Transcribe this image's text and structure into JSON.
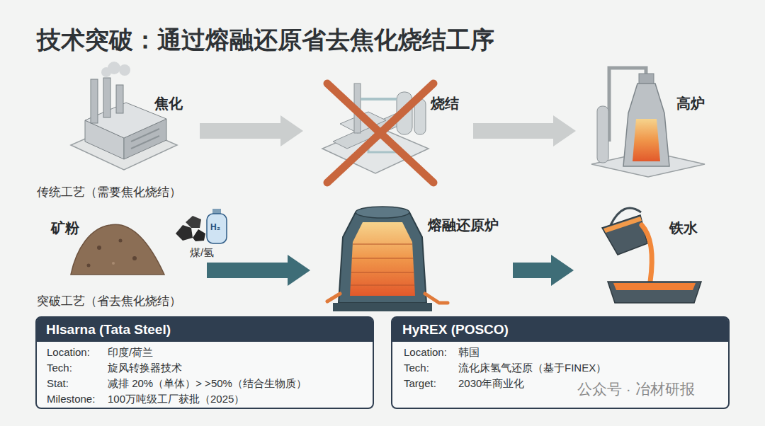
{
  "diagram": {
    "title": "技术突破：通过熔融还原省去焦化烧结工序",
    "nodes": [
      {
        "text": [
          "焦化"
        ]
      },
      {
        "text": [
          "烧结"
        ]
      },
      {
        "text": [
          "高炉"
        ]
      },
      {
        "text": [
          "矿粉"
        ]
      },
      {
        "text": [
          "熔融还原炉"
        ]
      },
      {
        "text": [
          "铁水"
        ]
      },
      {
        "text": [
          "HIsarna (Tata Steel)"
        ]
      },
      {
        "text": [
          "HyREX (POSCO)"
        ]
      }
    ],
    "edges": [
      {
        "from": 0,
        "to": 1,
        "arrow": "to"
      },
      {
        "from": 1,
        "to": 2,
        "arrow": "to"
      },
      {
        "from": 3,
        "to": 4,
        "arrow": "to"
      },
      {
        "from": 4,
        "to": 5,
        "arrow": "to"
      }
    ],
    "labels": [
      "传统工艺（需要焦化烧结）",
      "煤/氢",
      "H₂",
      "突破工艺（省去焦化烧结）",
      "Location:",
      "印度/荷兰",
      "Tech:",
      "旋风转换器技术",
      "Stat:",
      "减排 20%（单体）> >50%（结合生物质）",
      "Milestone:",
      "100万吨级工厂获批（2025）",
      "Location:",
      "韩国",
      "Tech:",
      "流化床氢气还原（基于FINEX）",
      "Target:",
      "2030年商业化",
      "公众号 · 冶材研报"
    ]
  }
}
